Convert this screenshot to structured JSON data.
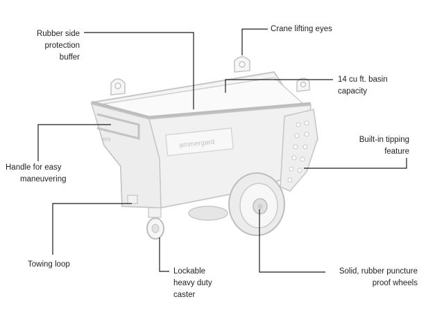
{
  "diagram": {
    "callouts": {
      "rubber_buffer": [
        "Rubber side",
        "protection",
        "buffer"
      ],
      "crane_eyes": [
        "Crane lifting eyes"
      ],
      "basin_capacity": [
        "14 cu ft. basin",
        "capacity"
      ],
      "tipping": [
        "Built-in tipping",
        "feature"
      ],
      "handle": [
        "Handle for easy",
        "maneuvering"
      ],
      "towing": [
        "Towing loop"
      ],
      "caster": [
        "Lockable",
        "heavy duty",
        "caster"
      ],
      "wheels": [
        "Solid, rubber puncture",
        "proof wheels"
      ]
    },
    "product_label": "ammergard",
    "colors": {
      "line": "#1a1a1a",
      "product_stroke": "#c9c9c9",
      "product_fill": "#f3f3f3",
      "wheel": "#d4d4d4"
    }
  }
}
